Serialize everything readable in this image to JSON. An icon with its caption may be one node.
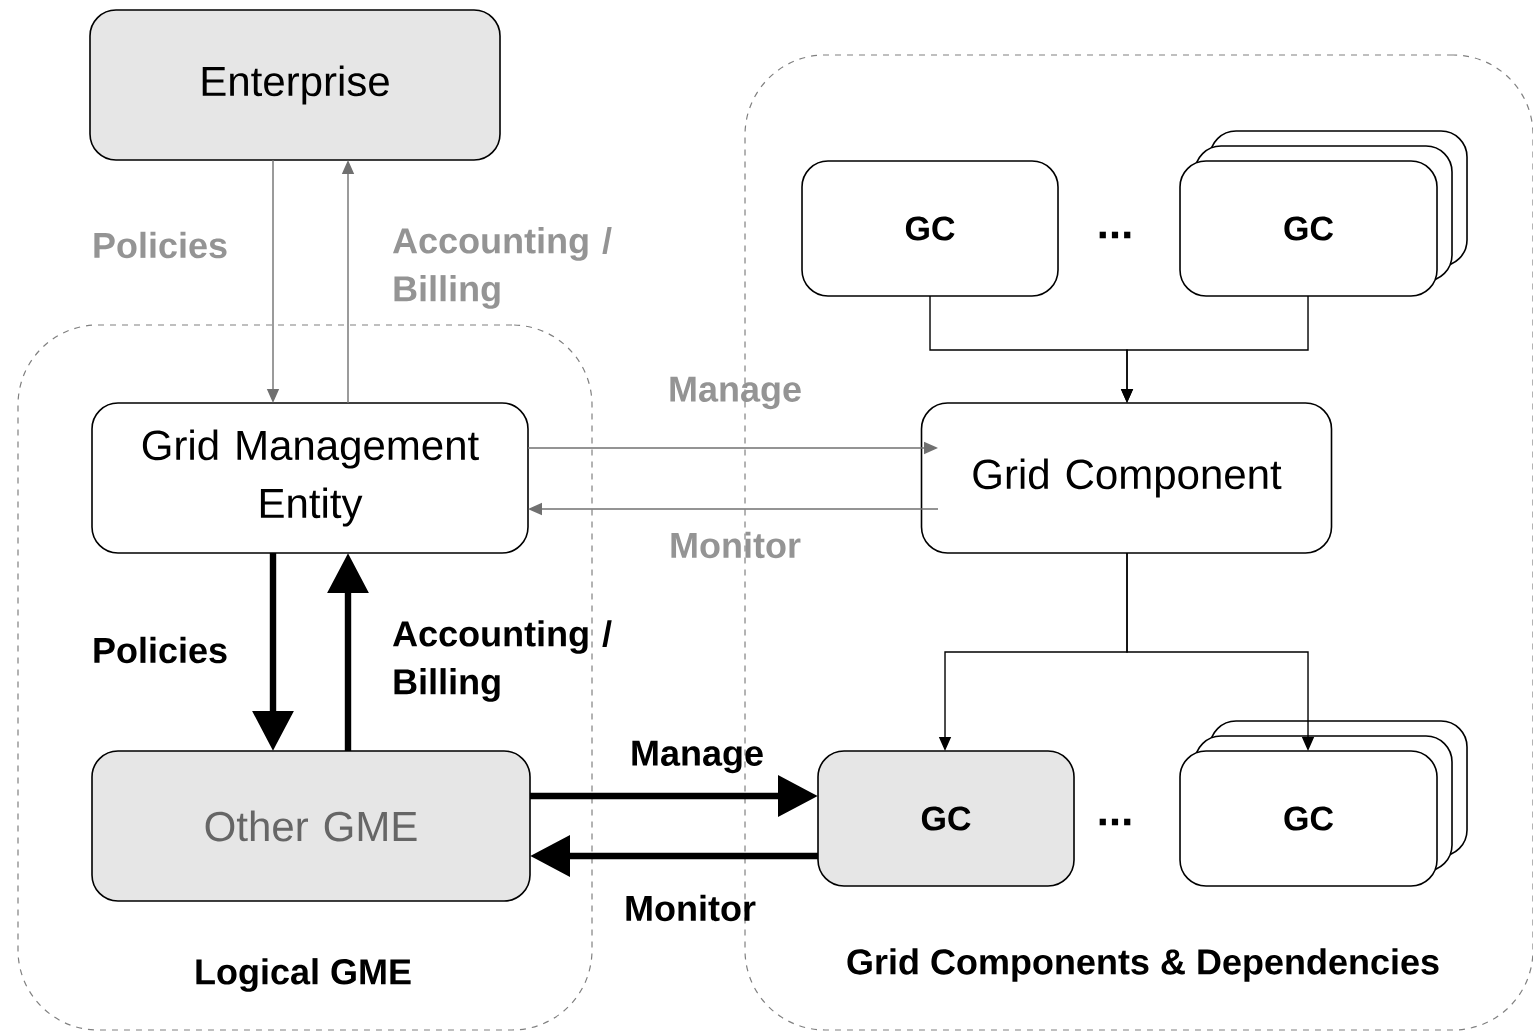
{
  "diagram": {
    "nodes": [
      {
        "text": [
          "Logical GME"
        ]
      },
      {
        "text": [
          "Grid Components & Dependencies"
        ]
      },
      {
        "text": [
          "Enterprise"
        ]
      },
      {
        "text": [
          "Grid Management Entity"
        ],
        "in": 0
      },
      {
        "text": [
          "Other GME"
        ],
        "in": 0
      },
      {
        "text": [
          "GC"
        ],
        "in": 1
      },
      {
        "text": [
          "GC"
        ],
        "in": 1
      },
      {
        "text": [
          "Grid Component"
        ],
        "in": 1
      },
      {
        "text": [
          "GC"
        ],
        "in": 1
      },
      {
        "text": [
          "GC"
        ],
        "in": 1
      }
    ],
    "edges": [
      {
        "from": 2,
        "to": 3,
        "arrow": "to",
        "label": "Policies",
        "color": "#707070"
      },
      {
        "from": 3,
        "to": 2,
        "arrow": "to",
        "label": "Accounting / Billing",
        "color": "#707070"
      },
      {
        "from": 3,
        "to": 7,
        "arrow": "to",
        "label": "Manage",
        "color": "#707070"
      },
      {
        "from": 7,
        "to": 3,
        "arrow": "to",
        "label": "Monitor",
        "color": "#707070"
      },
      {
        "from": 3,
        "to": 4,
        "arrow": "to",
        "label": "Policies",
        "style": "thick"
      },
      {
        "from": 4,
        "to": 3,
        "arrow": "to",
        "label": "Accounting / Billing",
        "style": "thick"
      },
      {
        "from": 4,
        "to": 8,
        "arrow": "to",
        "label": "Manage",
        "style": "thick"
      },
      {
        "from": 8,
        "to": 4,
        "arrow": "to",
        "label": "Monitor",
        "style": "thick"
      },
      {
        "from": 5,
        "to": 7,
        "arrow": "to"
      },
      {
        "from": 6,
        "to": 7,
        "arrow": "to"
      },
      {
        "from": 7,
        "to": 8,
        "arrow": "to"
      },
      {
        "from": 7,
        "to": 9,
        "arrow": "to"
      }
    ],
    "labels": [
      "...",
      "..."
    ]
  }
}
